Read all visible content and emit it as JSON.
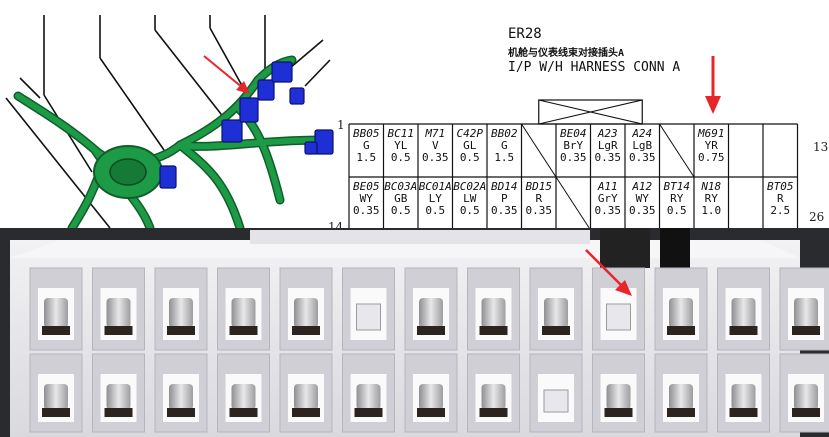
{
  "connector": {
    "id": "ER28",
    "chinese_name": "机舱与仪表线束对接插头A",
    "english_name": "I/P W/H HARNESS CONN A"
  },
  "pin_numbers": {
    "top_left": "1",
    "top_right": "13",
    "bottom_left": "14",
    "bottom_right": "26"
  },
  "top_row": [
    {
      "circuit": "BB05",
      "color": "G",
      "size": "1.5"
    },
    {
      "circuit": "BC11",
      "color": "YL",
      "size": "0.5"
    },
    {
      "circuit": "M71",
      "color": "V",
      "size": "0.35"
    },
    {
      "circuit": "C42P",
      "color": "GL",
      "size": "0.5"
    },
    {
      "circuit": "BB02",
      "color": "G",
      "size": "1.5"
    },
    {
      "empty": true
    },
    {
      "circuit": "BE04",
      "color": "BrY",
      "size": "0.35"
    },
    {
      "circuit": "A23",
      "color": "LgR",
      "size": "0.35"
    },
    {
      "circuit": "A24",
      "color": "LgB",
      "size": "0.35"
    },
    {
      "empty": true
    },
    {
      "circuit": "M691",
      "color": "YR",
      "size": "0.75"
    },
    {
      "blank": true
    },
    {
      "blank": true
    }
  ],
  "bottom_row": [
    {
      "circuit": "BE05",
      "color": "WY",
      "size": "0.35"
    },
    {
      "circuit": "BC03A",
      "color": "GB",
      "size": "0.5"
    },
    {
      "circuit": "BC01A",
      "color": "LY",
      "size": "0.5"
    },
    {
      "circuit": "BC02A",
      "color": "LW",
      "size": "0.5"
    },
    {
      "circuit": "BD14",
      "color": "P",
      "size": "0.35"
    },
    {
      "circuit": "BD15",
      "color": "R",
      "size": "0.35"
    },
    {
      "empty": true
    },
    {
      "circuit": "A11",
      "color": "GrY",
      "size": "0.35"
    },
    {
      "circuit": "A12",
      "color": "WY",
      "size": "0.35"
    },
    {
      "circuit": "BT14",
      "color": "RY",
      "size": "0.5"
    },
    {
      "circuit": "N18",
      "color": "RY",
      "size": "1.0"
    },
    {
      "blank": true
    },
    {
      "circuit": "BT05",
      "color": "R",
      "size": "2.5"
    }
  ],
  "colors": {
    "harness_wire": "#18803c",
    "connector_blue": "#1f2fd6",
    "callout_arrow": "#e8262a",
    "connector_plastic": "#e9e9ec"
  }
}
